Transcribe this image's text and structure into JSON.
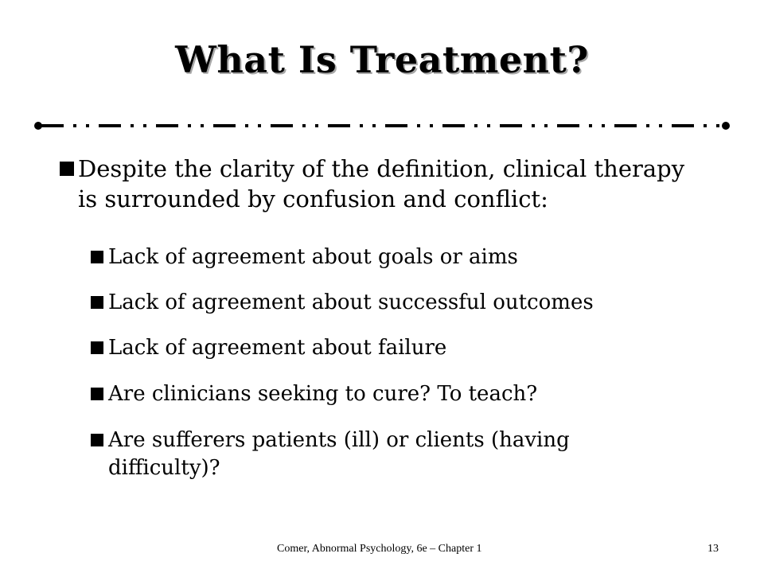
{
  "slide": {
    "title": "What Is Treatment?",
    "bullets": [
      {
        "text": "Despite the clarity of the definition, clinical therapy is surrounded by confusion and conflict:",
        "subitems": [
          "Lack of agreement about goals or aims",
          "Lack of agreement about successful outcomes",
          "Lack of agreement about failure",
          "Are clinicians seeking to cure? To teach?",
          "Are sufferers patients (ill) or clients (having difficulty)?"
        ]
      }
    ]
  },
  "footer": {
    "source": "Comer, Abnormal Psychology, 6e – Chapter 1",
    "page_number": "13"
  },
  "colors": {
    "text": "#000000",
    "title_shadow": "#a8a8a8",
    "background": "#ffffff"
  }
}
